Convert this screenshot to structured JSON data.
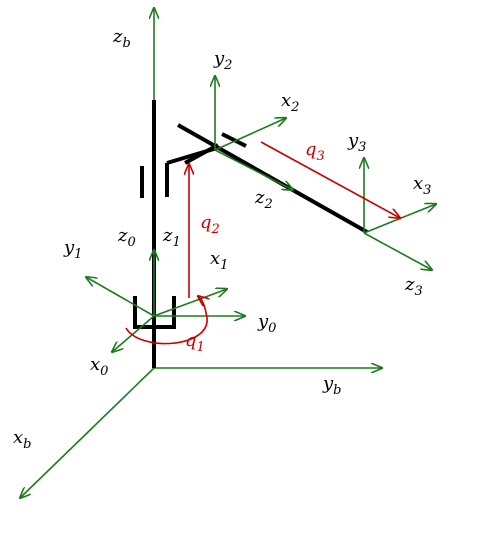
{
  "colors": {
    "axis": "#1f7a1f",
    "link": "#000000",
    "joint": "#cc0000",
    "background": "#ffffff"
  },
  "labels": {
    "zb": {
      "sym": "z",
      "sub": "b"
    },
    "xb": {
      "sym": "x",
      "sub": "b"
    },
    "yb": {
      "sym": "y",
      "sub": "b"
    },
    "z0": {
      "sym": "z",
      "sub": "0"
    },
    "x0": {
      "sym": "x",
      "sub": "0"
    },
    "y0": {
      "sym": "y",
      "sub": "0"
    },
    "z1": {
      "sym": "z",
      "sub": "1"
    },
    "x1": {
      "sym": "x",
      "sub": "1"
    },
    "y1": {
      "sym": "y",
      "sub": "1"
    },
    "y2": {
      "sym": "y",
      "sub": "2"
    },
    "x2": {
      "sym": "x",
      "sub": "2"
    },
    "z2": {
      "sym": "z",
      "sub": "2"
    },
    "y3": {
      "sym": "y",
      "sub": "3"
    },
    "x3": {
      "sym": "x",
      "sub": "3"
    },
    "z3": {
      "sym": "z",
      "sub": "3"
    },
    "q1": {
      "sym": "q",
      "sub": "1"
    },
    "q2": {
      "sym": "q",
      "sub": "2"
    },
    "q3": {
      "sym": "q",
      "sub": "3"
    }
  }
}
